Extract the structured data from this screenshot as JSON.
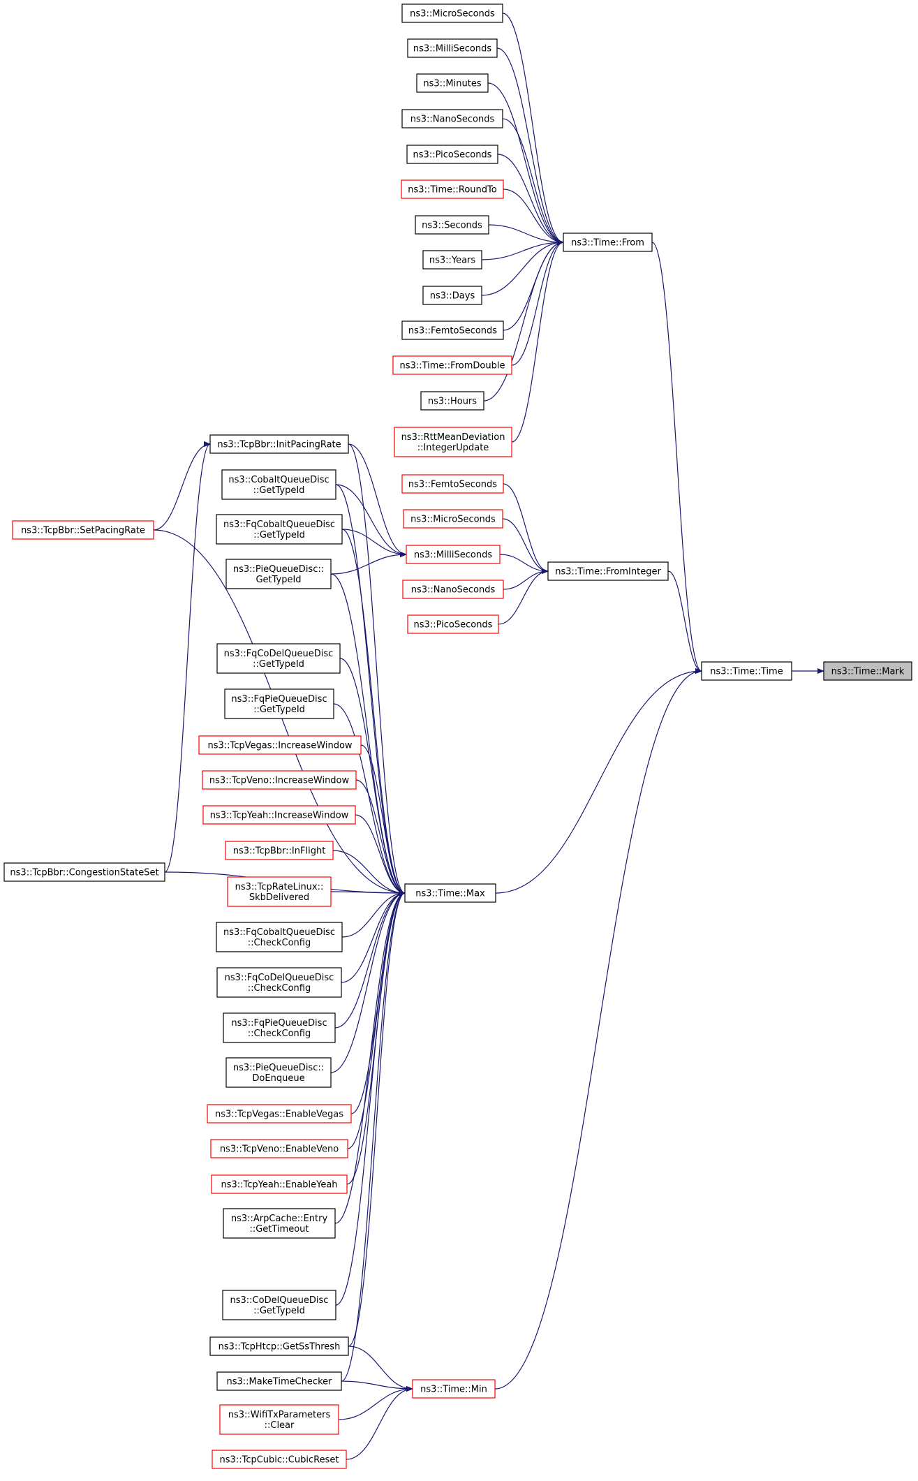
{
  "diagram": {
    "title": "",
    "colors": {
      "edge": "#191970",
      "normal_border": "#000000",
      "linked_border": "#ff0000",
      "target_fill": "#bfbfbf"
    },
    "nodes": {
      "mark": {
        "lines": [
          "ns3::Time::Mark"
        ],
        "kind": "target"
      },
      "time": {
        "lines": [
          "ns3::Time::Time"
        ],
        "kind": "normal"
      },
      "from": {
        "lines": [
          "ns3::Time::From"
        ],
        "kind": "normal"
      },
      "frominteger": {
        "lines": [
          "ns3::Time::FromInteger"
        ],
        "kind": "normal"
      },
      "max": {
        "lines": [
          "ns3::Time::Max"
        ],
        "kind": "normal"
      },
      "min": {
        "lines": [
          "ns3::Time::Min"
        ],
        "kind": "linked"
      },
      "from_microseconds": {
        "lines": [
          "ns3::MicroSeconds"
        ],
        "kind": "normal"
      },
      "from_milliseconds": {
        "lines": [
          "ns3::MilliSeconds"
        ],
        "kind": "normal"
      },
      "from_minutes": {
        "lines": [
          "ns3::Minutes"
        ],
        "kind": "normal"
      },
      "from_nanoseconds": {
        "lines": [
          "ns3::NanoSeconds"
        ],
        "kind": "normal"
      },
      "from_picoseconds": {
        "lines": [
          "ns3::PicoSeconds"
        ],
        "kind": "normal"
      },
      "from_roundto": {
        "lines": [
          "ns3::Time::RoundTo"
        ],
        "kind": "linked"
      },
      "from_seconds": {
        "lines": [
          "ns3::Seconds"
        ],
        "kind": "normal"
      },
      "from_years": {
        "lines": [
          "ns3::Years"
        ],
        "kind": "normal"
      },
      "from_days": {
        "lines": [
          "ns3::Days"
        ],
        "kind": "normal"
      },
      "from_femtoseconds": {
        "lines": [
          "ns3::FemtoSeconds"
        ],
        "kind": "normal"
      },
      "from_fromdouble": {
        "lines": [
          "ns3::Time::FromDouble"
        ],
        "kind": "linked"
      },
      "from_hours": {
        "lines": [
          "ns3::Hours"
        ],
        "kind": "normal"
      },
      "from_rtt": {
        "lines": [
          "ns3::RttMeanDeviation",
          "::IntegerUpdate"
        ],
        "kind": "linked"
      },
      "fi_femtoseconds": {
        "lines": [
          "ns3::FemtoSeconds"
        ],
        "kind": "linked"
      },
      "fi_microseconds": {
        "lines": [
          "ns3::MicroSeconds"
        ],
        "kind": "linked"
      },
      "fi_milliseconds": {
        "lines": [
          "ns3::MilliSeconds"
        ],
        "kind": "linked"
      },
      "fi_nanoseconds": {
        "lines": [
          "ns3::NanoSeconds"
        ],
        "kind": "linked"
      },
      "fi_picoseconds": {
        "lines": [
          "ns3::PicoSeconds"
        ],
        "kind": "linked"
      },
      "initpacing": {
        "lines": [
          "ns3::TcpBbr::InitPacingRate"
        ],
        "kind": "normal"
      },
      "setpacing": {
        "lines": [
          "ns3::TcpBbr::SetPacingRate"
        ],
        "kind": "linked"
      },
      "congestion": {
        "lines": [
          "ns3::TcpBbr::CongestionStateSet"
        ],
        "kind": "normal"
      },
      "cobalt_typeid": {
        "lines": [
          "ns3::CobaltQueueDisc",
          "::GetTypeId"
        ],
        "kind": "normal"
      },
      "fqcobalt_typeid": {
        "lines": [
          "ns3::FqCobaltQueueDisc",
          "::GetTypeId"
        ],
        "kind": "normal"
      },
      "pie_typeid": {
        "lines": [
          "ns3::PieQueueDisc::",
          "GetTypeId"
        ],
        "kind": "normal"
      },
      "fqcodel_typeid": {
        "lines": [
          "ns3::FqCoDelQueueDisc",
          "::GetTypeId"
        ],
        "kind": "normal"
      },
      "fqpie_typeid": {
        "lines": [
          "ns3::FqPieQueueDisc",
          "::GetTypeId"
        ],
        "kind": "normal"
      },
      "vegas_inc": {
        "lines": [
          "ns3::TcpVegas::IncreaseWindow"
        ],
        "kind": "linked"
      },
      "veno_inc": {
        "lines": [
          "ns3::TcpVeno::IncreaseWindow"
        ],
        "kind": "linked"
      },
      "yeah_inc": {
        "lines": [
          "ns3::TcpYeah::IncreaseWindow"
        ],
        "kind": "linked"
      },
      "inflight": {
        "lines": [
          "ns3::TcpBbr::InFlight"
        ],
        "kind": "linked"
      },
      "skbdelivered": {
        "lines": [
          "ns3::TcpRateLinux::",
          "SkbDelivered"
        ],
        "kind": "linked"
      },
      "fqcobalt_check": {
        "lines": [
          "ns3::FqCobaltQueueDisc",
          "::CheckConfig"
        ],
        "kind": "normal"
      },
      "fqcodel_check": {
        "lines": [
          "ns3::FqCoDelQueueDisc",
          "::CheckConfig"
        ],
        "kind": "normal"
      },
      "fqpie_check": {
        "lines": [
          "ns3::FqPieQueueDisc",
          "::CheckConfig"
        ],
        "kind": "normal"
      },
      "pie_enqueue": {
        "lines": [
          "ns3::PieQueueDisc::",
          "DoEnqueue"
        ],
        "kind": "normal"
      },
      "vegas_enable": {
        "lines": [
          "ns3::TcpVegas::EnableVegas"
        ],
        "kind": "linked"
      },
      "veno_enable": {
        "lines": [
          "ns3::TcpVeno::EnableVeno"
        ],
        "kind": "linked"
      },
      "yeah_enable": {
        "lines": [
          "ns3::TcpYeah::EnableYeah"
        ],
        "kind": "linked"
      },
      "arp_timeout": {
        "lines": [
          "ns3::ArpCache::Entry",
          "::GetTimeout"
        ],
        "kind": "normal"
      },
      "codel_typeid": {
        "lines": [
          "ns3::CoDelQueueDisc",
          "::GetTypeId"
        ],
        "kind": "normal"
      },
      "htcp_ssthresh": {
        "lines": [
          "ns3::TcpHtcp::GetSsThresh"
        ],
        "kind": "normal"
      },
      "maketimechecker": {
        "lines": [
          "ns3::MakeTimeChecker"
        ],
        "kind": "normal"
      },
      "wifi_clear": {
        "lines": [
          "ns3::WifiTxParameters",
          "::Clear"
        ],
        "kind": "linked"
      },
      "cubic_reset": {
        "lines": [
          "ns3::TcpCubic::CubicReset"
        ],
        "kind": "linked"
      }
    },
    "edges": [
      [
        "from_microseconds",
        "from"
      ],
      [
        "from_milliseconds",
        "from"
      ],
      [
        "from_minutes",
        "from"
      ],
      [
        "from_nanoseconds",
        "from"
      ],
      [
        "from_picoseconds",
        "from"
      ],
      [
        "from_roundto",
        "from"
      ],
      [
        "from_seconds",
        "from"
      ],
      [
        "from_years",
        "from"
      ],
      [
        "from_days",
        "from"
      ],
      [
        "from_femtoseconds",
        "from"
      ],
      [
        "from_fromdouble",
        "from"
      ],
      [
        "from_hours",
        "from"
      ],
      [
        "from_rtt",
        "from"
      ],
      [
        "fi_femtoseconds",
        "frominteger"
      ],
      [
        "fi_microseconds",
        "frominteger"
      ],
      [
        "fi_milliseconds",
        "frominteger"
      ],
      [
        "fi_nanoseconds",
        "frominteger"
      ],
      [
        "fi_picoseconds",
        "frominteger"
      ],
      [
        "from",
        "time"
      ],
      [
        "frominteger",
        "time"
      ],
      [
        "max",
        "time"
      ],
      [
        "min",
        "time"
      ],
      [
        "time",
        "mark"
      ],
      [
        "initpacing",
        "fi_milliseconds"
      ],
      [
        "cobalt_typeid",
        "fi_milliseconds"
      ],
      [
        "fqcobalt_typeid",
        "fi_milliseconds"
      ],
      [
        "pie_typeid",
        "fi_milliseconds"
      ],
      [
        "setpacing",
        "initpacing"
      ],
      [
        "congestion",
        "initpacing"
      ],
      [
        "initpacing",
        "max"
      ],
      [
        "setpacing",
        "max"
      ],
      [
        "congestion",
        "max"
      ],
      [
        "cobalt_typeid",
        "max"
      ],
      [
        "fqcobalt_typeid",
        "max"
      ],
      [
        "pie_typeid",
        "max"
      ],
      [
        "fqcodel_typeid",
        "max"
      ],
      [
        "fqpie_typeid",
        "max"
      ],
      [
        "vegas_inc",
        "max"
      ],
      [
        "veno_inc",
        "max"
      ],
      [
        "yeah_inc",
        "max"
      ],
      [
        "inflight",
        "max"
      ],
      [
        "skbdelivered",
        "max"
      ],
      [
        "fqcobalt_check",
        "max"
      ],
      [
        "fqcodel_check",
        "max"
      ],
      [
        "fqpie_check",
        "max"
      ],
      [
        "pie_enqueue",
        "max"
      ],
      [
        "vegas_enable",
        "max"
      ],
      [
        "veno_enable",
        "max"
      ],
      [
        "yeah_enable",
        "max"
      ],
      [
        "arp_timeout",
        "max"
      ],
      [
        "codel_typeid",
        "max"
      ],
      [
        "htcp_ssthresh",
        "max"
      ],
      [
        "maketimechecker",
        "max"
      ],
      [
        "htcp_ssthresh",
        "min"
      ],
      [
        "maketimechecker",
        "min"
      ],
      [
        "wifi_clear",
        "min"
      ],
      [
        "cubic_reset",
        "min"
      ]
    ]
  }
}
